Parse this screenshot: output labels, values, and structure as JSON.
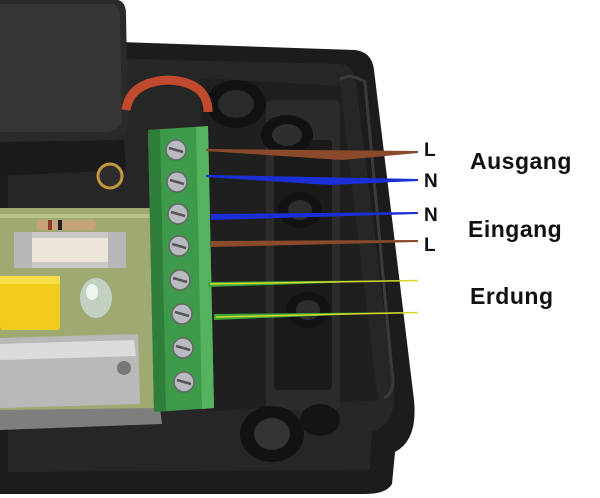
{
  "labels": {
    "ausgang_l": "L",
    "ausgang_n": "N",
    "eingang_n": "N",
    "eingang_l": "L",
    "ausgang": "Ausgang",
    "eingang": "Eingang",
    "erdung": "Erdung"
  },
  "colors": {
    "phase_wire": "#8b4a2b",
    "neutral_wire": "#1a2fd6",
    "earth_wire_green": "#3aa83a",
    "earth_wire_yellow": "#d6d62a",
    "terminal_block": "#3c9a4a",
    "housing": "#1b1b1b"
  },
  "terminal_block": {
    "screw_count": 8
  }
}
